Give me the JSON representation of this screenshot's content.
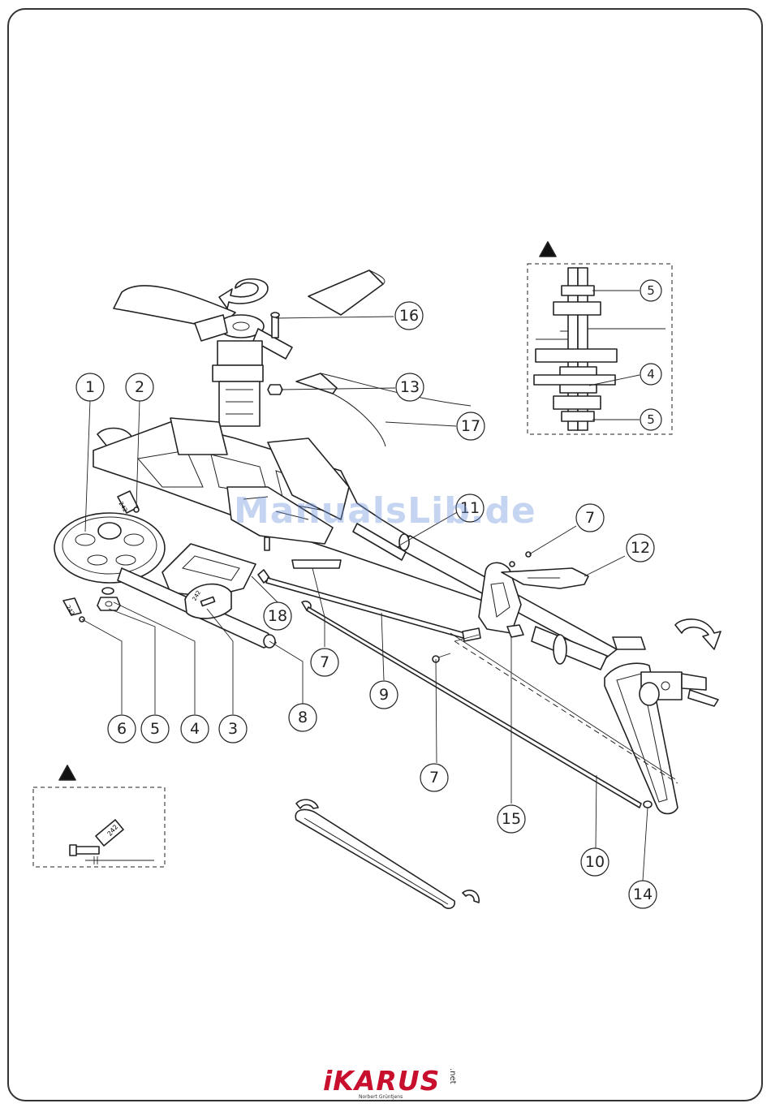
{
  "callouts": [
    {
      "id": "c1",
      "label": "1"
    },
    {
      "id": "c2",
      "label": "2"
    },
    {
      "id": "c3",
      "label": "3"
    },
    {
      "id": "c4",
      "label": "4"
    },
    {
      "id": "c5",
      "label": "5"
    },
    {
      "id": "c6",
      "label": "6"
    },
    {
      "id": "c7a",
      "label": "7"
    },
    {
      "id": "c7b",
      "label": "7"
    },
    {
      "id": "c7c",
      "label": "7"
    },
    {
      "id": "c8",
      "label": "8"
    },
    {
      "id": "c9",
      "label": "9"
    },
    {
      "id": "c10",
      "label": "10"
    },
    {
      "id": "c11",
      "label": "11"
    },
    {
      "id": "c12",
      "label": "12"
    },
    {
      "id": "c13",
      "label": "13"
    },
    {
      "id": "c14",
      "label": "14"
    },
    {
      "id": "c15",
      "label": "15"
    },
    {
      "id": "c16",
      "label": "16"
    },
    {
      "id": "c17",
      "label": "17"
    },
    {
      "id": "c18",
      "label": "18"
    }
  ],
  "detail_callouts": [
    {
      "id": "d5a",
      "label": "5"
    },
    {
      "id": "d4",
      "label": "4"
    },
    {
      "id": "d5b",
      "label": "5"
    }
  ],
  "threadlock_label": "242",
  "watermark": "ManualsLib.de",
  "brand": {
    "name": "iKARUS",
    "suffix": ".net",
    "tagline": "Norbert Grüntjens",
    "color": "#c8102e"
  }
}
